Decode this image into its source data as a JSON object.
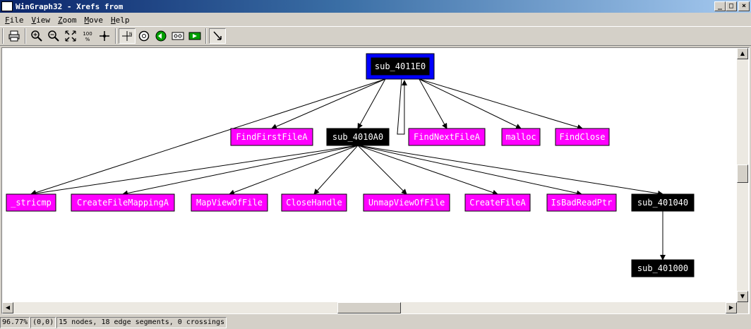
{
  "window": {
    "title": "WinGraph32 - Xrefs from",
    "controls": [
      "_",
      "□",
      "×"
    ]
  },
  "menu": [
    "File",
    "View",
    "Zoom",
    "Move",
    "Help"
  ],
  "toolbar": {
    "zoom_100_label": "100\n%"
  },
  "graph": {
    "colors": {
      "node_magenta": "#ff00ff",
      "node_black": "#000000",
      "root_border": "#0000ff"
    },
    "nodes": [
      {
        "id": "sub_4011E0",
        "label": "sub_4011E0",
        "kind": "root"
      },
      {
        "id": "FindFirstFileA",
        "label": "FindFirstFileA",
        "kind": "api"
      },
      {
        "id": "sub_4010A0",
        "label": "sub_4010A0",
        "kind": "sub"
      },
      {
        "id": "FindNextFileA",
        "label": "FindNextFileA",
        "kind": "api"
      },
      {
        "id": "malloc",
        "label": "malloc",
        "kind": "api"
      },
      {
        "id": "FindClose",
        "label": "FindClose",
        "kind": "api"
      },
      {
        "id": "_stricmp",
        "label": "_stricmp",
        "kind": "api"
      },
      {
        "id": "CreateFileMappingA",
        "label": "CreateFileMappingA",
        "kind": "api"
      },
      {
        "id": "MapViewOfFile",
        "label": "MapViewOfFile",
        "kind": "api"
      },
      {
        "id": "CloseHandle",
        "label": "CloseHandle",
        "kind": "api"
      },
      {
        "id": "UnmapViewOfFile",
        "label": "UnmapViewOfFile",
        "kind": "api"
      },
      {
        "id": "CreateFileA",
        "label": "CreateFileA",
        "kind": "api"
      },
      {
        "id": "IsBadReadPtr",
        "label": "IsBadReadPtr",
        "kind": "api"
      },
      {
        "id": "sub_401040",
        "label": "sub_401040",
        "kind": "sub"
      },
      {
        "id": "sub_401000",
        "label": "sub_401000",
        "kind": "sub"
      }
    ],
    "edges": [
      [
        "sub_4011E0",
        "FindFirstFileA"
      ],
      [
        "sub_4011E0",
        "sub_4010A0"
      ],
      [
        "sub_4011E0",
        "FindNextFileA"
      ],
      [
        "sub_4011E0",
        "malloc"
      ],
      [
        "sub_4011E0",
        "FindClose"
      ],
      [
        "sub_4011E0",
        "_stricmp"
      ],
      [
        "sub_4011E0",
        "sub_4011E0"
      ],
      [
        "sub_4010A0",
        "_stricmp"
      ],
      [
        "sub_4010A0",
        "CreateFileMappingA"
      ],
      [
        "sub_4010A0",
        "MapViewOfFile"
      ],
      [
        "sub_4010A0",
        "CloseHandle"
      ],
      [
        "sub_4010A0",
        "UnmapViewOfFile"
      ],
      [
        "sub_4010A0",
        "CreateFileA"
      ],
      [
        "sub_4010A0",
        "IsBadReadPtr"
      ],
      [
        "sub_4010A0",
        "sub_401040"
      ],
      [
        "sub_401040",
        "sub_401000"
      ]
    ]
  },
  "status": {
    "zoom": "96.77%",
    "coords": "(0,0)",
    "info": "15 nodes, 18 edge segments, 0 crossings"
  }
}
